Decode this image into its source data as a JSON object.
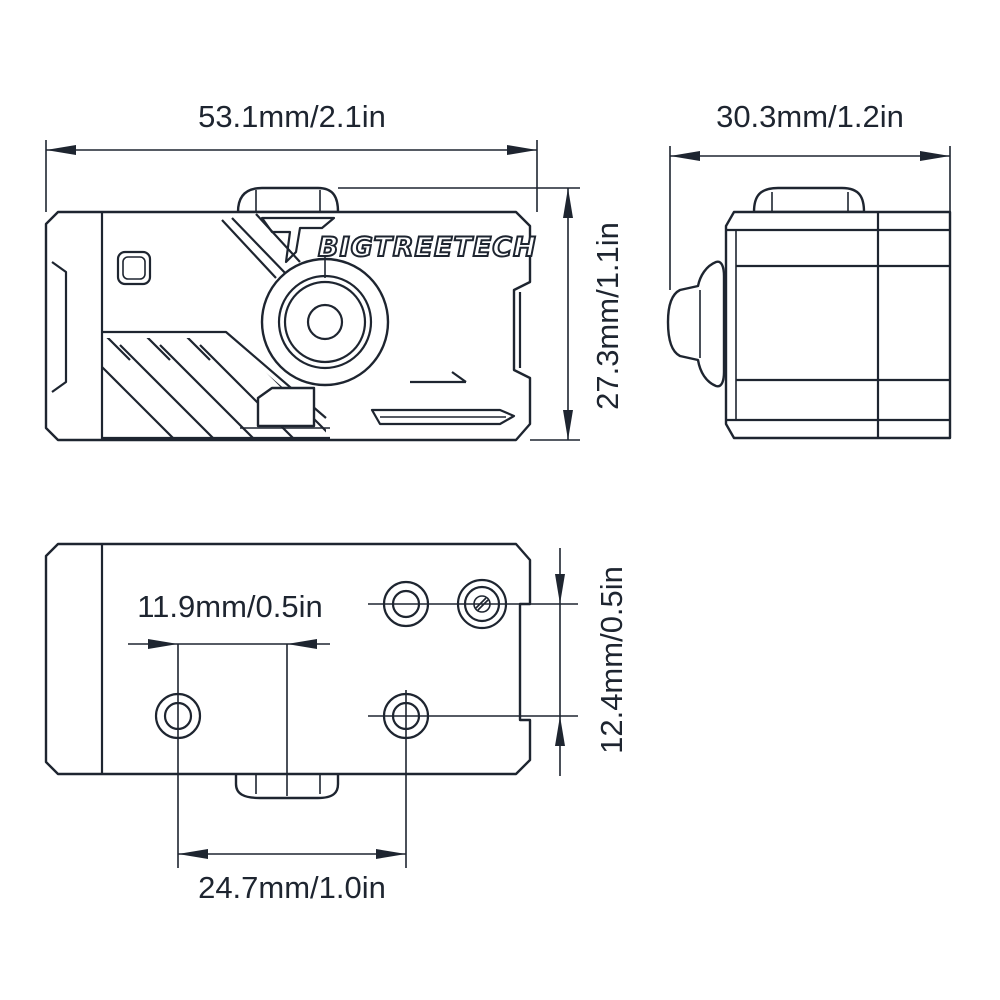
{
  "dimensions": {
    "front_width": "53.1mm/2.1in",
    "side_width": "30.3mm/1.2in",
    "front_height": "27.3mm/1.1in",
    "hole_spacing_small": "11.9mm/0.5in",
    "hole_spacing_large": "24.7mm/1.0in",
    "hole_vertical_spacing": "12.4mm/0.5in"
  },
  "product": {
    "logo_text": "BIGTREETECH"
  },
  "colors": {
    "line": "#1e2530",
    "background": "#ffffff"
  }
}
